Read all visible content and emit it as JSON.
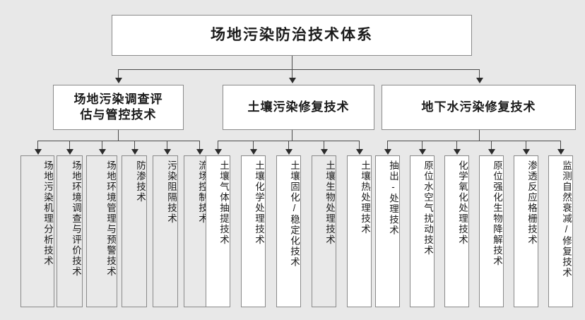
{
  "diagram": {
    "title": "场地污染防治技术体系",
    "root": {
      "label": "场地污染防治技术体系"
    },
    "categories": [
      {
        "id": "site-investigation",
        "label": "场地污染调查评估与管控技术",
        "line1": "场地污染调查评",
        "line2": "估与管控技术",
        "leaves": [
          {
            "label": "场地污染机理分析技术",
            "fill": "gray"
          },
          {
            "label": "场地环境调查与评价技术",
            "fill": "gray"
          },
          {
            "label": "场地环境管理与预警技术",
            "fill": "gray"
          },
          {
            "label": "防渗技术",
            "fill": "gray"
          },
          {
            "label": "污染阻隔技术",
            "fill": "gray"
          },
          {
            "label": "流场控制技术",
            "fill": "gray"
          }
        ]
      },
      {
        "id": "soil-remediation",
        "label": "土壤污染修复技术",
        "line1": "土壤污染修复技术",
        "line2": "",
        "leaves": [
          {
            "label": "土壤气体抽提技术",
            "fill": "white"
          },
          {
            "label": "土壤化学处理技术",
            "fill": "white"
          },
          {
            "label": "土壤固化/稳定化技术",
            "fill": "white"
          },
          {
            "label": "土壤生物处理技术",
            "fill": "gray"
          },
          {
            "label": "土壤热处理技术",
            "fill": "white"
          }
        ]
      },
      {
        "id": "groundwater-remediation",
        "label": "地下水污染修复技术",
        "line1": "地下水污染修复技术",
        "line2": "",
        "leaves": [
          {
            "label": "抽出-处理技术",
            "fill": "white"
          },
          {
            "label": "原位水空气扰动技术",
            "fill": "white"
          },
          {
            "label": "化学氧化处理技术",
            "fill": "white"
          },
          {
            "label": "原位强化生物降解技术",
            "fill": "white"
          },
          {
            "label": "渗透反应格栅技术",
            "fill": "white"
          },
          {
            "label": "监测自然衰减/修复技术",
            "fill": "white"
          }
        ]
      }
    ],
    "colors": {
      "background": "#e8e8e8",
      "box_border": "#8a8a8a",
      "box_fill_white": "#ffffff",
      "box_fill_gray": "#e9e9e9",
      "connector": "#4a4a4a",
      "text": "#1b1b1b"
    }
  }
}
